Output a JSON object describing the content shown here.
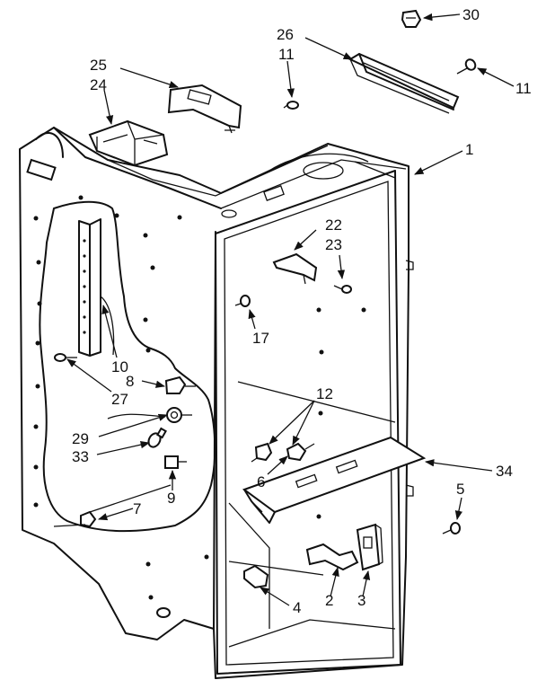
{
  "callouts": [
    {
      "id": "c30",
      "text": "30"
    },
    {
      "id": "c26",
      "text": "26"
    },
    {
      "id": "c11a",
      "text": "11"
    },
    {
      "id": "c25",
      "text": "25"
    },
    {
      "id": "c24",
      "text": "24"
    },
    {
      "id": "c11b",
      "text": "11"
    },
    {
      "id": "c1",
      "text": "1"
    },
    {
      "id": "c22",
      "text": "22"
    },
    {
      "id": "c23",
      "text": "23"
    },
    {
      "id": "c17",
      "text": "17"
    },
    {
      "id": "c10",
      "text": "10"
    },
    {
      "id": "c27",
      "text": "27"
    },
    {
      "id": "c8",
      "text": "8"
    },
    {
      "id": "c12",
      "text": "12"
    },
    {
      "id": "c29",
      "text": "29"
    },
    {
      "id": "c33",
      "text": "33"
    },
    {
      "id": "c6",
      "text": "6"
    },
    {
      "id": "c34",
      "text": "34"
    },
    {
      "id": "c9",
      "text": "9"
    },
    {
      "id": "c5",
      "text": "5"
    },
    {
      "id": "c7",
      "text": "7"
    },
    {
      "id": "c4",
      "text": "4"
    },
    {
      "id": "c2",
      "text": "2"
    },
    {
      "id": "c3",
      "text": "3"
    }
  ]
}
